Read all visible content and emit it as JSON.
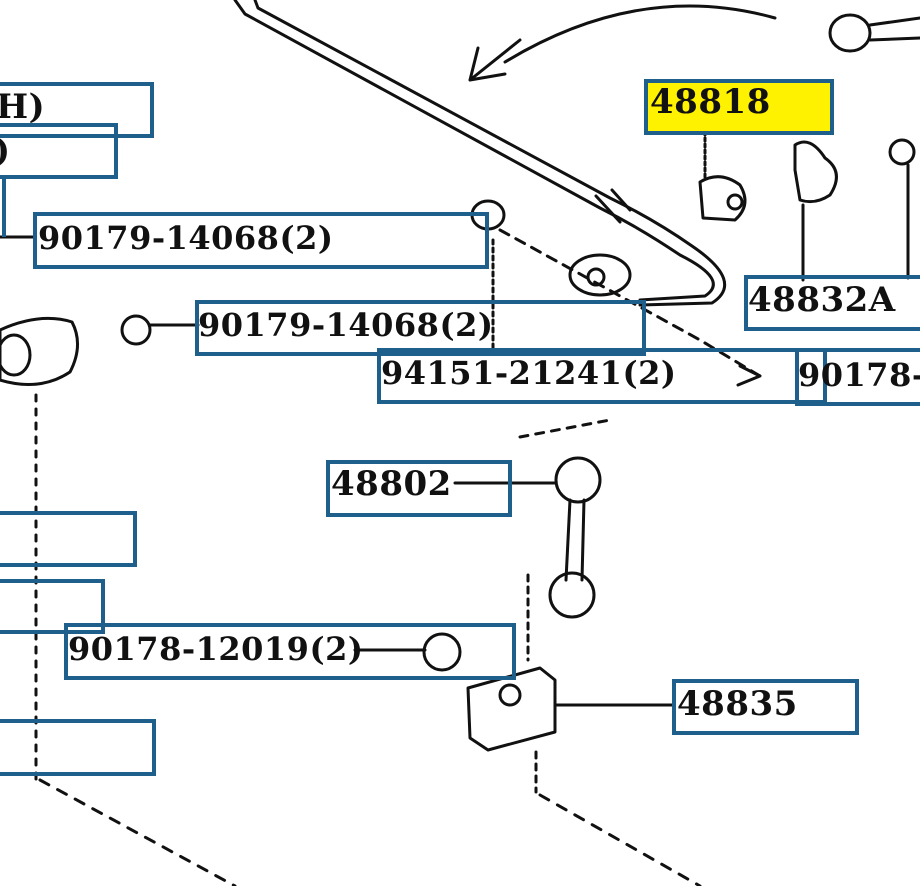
{
  "diagram": {
    "highlight_color": "#fff200",
    "box_color": "#1f5f8b",
    "line_color": "#111111",
    "part_numbers": {
      "p48818": "48818",
      "p48832a": "48832A",
      "p48802": "48802",
      "p48835": "48835",
      "bolt_90179_a": "90179-14068(2)",
      "bolt_90179_b": "90179-14068(2)",
      "bolt_94151": "94151-21241(2)",
      "bolt_90178_cut": "90178-",
      "bolt_90178_12019": "90178-12019(2)",
      "cut_h": "H)",
      "cut_paren": ")"
    }
  }
}
